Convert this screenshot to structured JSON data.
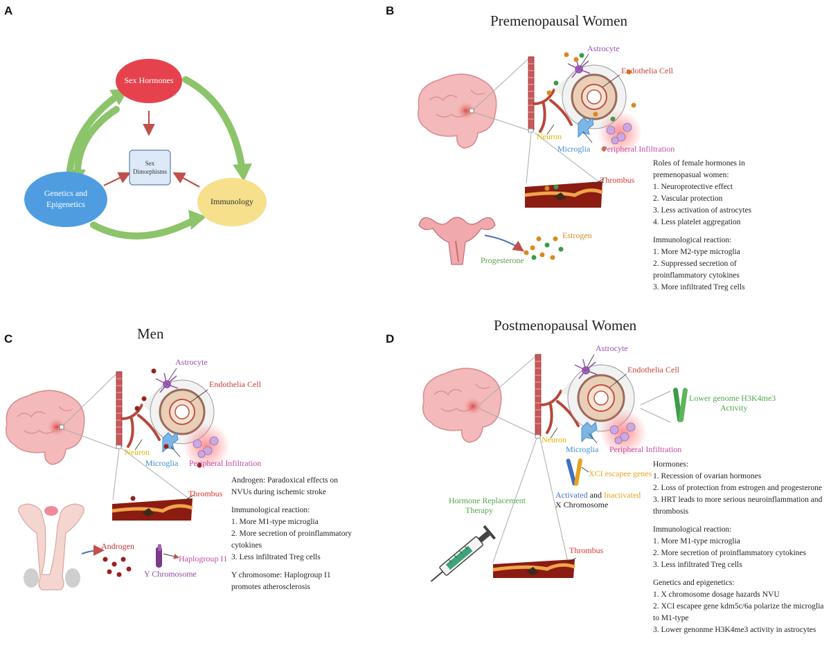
{
  "panels": {
    "a": {
      "letter": "A"
    },
    "b": {
      "letter": "B"
    },
    "c": {
      "letter": "C"
    },
    "d": {
      "letter": "D"
    }
  },
  "panel_a": {
    "sex_hormones": "Sex Hormones",
    "genetics_line1": "Genetics and",
    "genetics_line2": "Epigenetics",
    "immunology": "Immunology",
    "dimorph_line1": "Sex",
    "dimorph_line2": "Dimorphisms"
  },
  "panel_b": {
    "title": "Premenopausal Women",
    "astrocyte": "Astrocyte",
    "endothelia": "Endothelia Cell",
    "neuron": "Neuron",
    "microglia": "Microglia",
    "peripheral": "Peripheral Infiltration",
    "thrombus": "Thrombus",
    "estrogen": "Estrogen",
    "progesterone": "Progesterone",
    "text": [
      "Roles of female hormones in",
      "premenopasual women:",
      "1. Neuroprotective effect",
      "2. Vascular protection",
      "3. Less activation of astrocytes",
      "4. Less platelet aggregation",
      "",
      "Immunological reaction:",
      "1. More M2-type microglia",
      "2. Suppressed secretion of",
      "proinflammatory cytokines",
      "3. More infiltrated Treg cells"
    ]
  },
  "panel_c": {
    "title": "Men",
    "astrocyte": "Astrocyte",
    "endothelia": "Endothelia Cell",
    "neuron": "Neuron",
    "microglia": "Microglia",
    "peripheral": "Peripheral Infiltration",
    "thrombus": "Thrombus",
    "androgen": "Androgen",
    "haplogroup": "Haplogroup I1",
    "y_chromosome": "Y Chromosome",
    "text": [
      "Androgen: Paradoxical effects on",
      "NVUs during ischemic stroke",
      "",
      "Immunological reaction:",
      "1. More M1-type microglia",
      "2. More secretion of proinflammatory",
      "cytokines",
      "3.  Less infiltrated Treg cells",
      "",
      "Y chromosome: Haplogroup I1",
      "promotes atherosclerosis"
    ]
  },
  "panel_d": {
    "title": "Postmenopausal Women",
    "astrocyte": "Astrocyte",
    "endothelia": "Endothelia Cell",
    "neuron": "Neuron",
    "microglia": "Microglia",
    "peripheral": "Peripheral Infiltration",
    "thrombus": "Thrombus",
    "h3k_line1": "Lower genome H3K4me3",
    "h3k_line2": "Activity",
    "xci": "XCI escapee genes",
    "activated": "Activated",
    "and": " and ",
    "inactivated": "Inactivated",
    "x_chromosome": "X Chromosome",
    "hrt_line1": "Hormone Replacement",
    "hrt_line2": "Therapy",
    "text": [
      "Hormones:",
      "1. Recession of ovarian hormones",
      "2. Loss of protection from estrogen and progesterone",
      "3. HRT leads to more serious neuroinflammation and",
      "thrombosis",
      "",
      "Immunological reaction:",
      "1. More M1-type microglia",
      "2. More secretion of proinflammatory cytokines",
      "3. Less infiltrated Treg cells",
      "",
      "Genetics and epigenetics:",
      "1. X chromosome dosage hazards NVU",
      "2. XCI escapee gene kdm5c/6a polarize the microglia",
      "to M1-type",
      "3. Lower genonme H3K4me3 activity in astrocytes"
    ]
  },
  "colors": {
    "hormones": "#e5424d",
    "genetics": "#4f9de0",
    "immunology": "#f6e08c",
    "dimorph": "#dde9f7",
    "green_arrow": "#8cc46a",
    "red_arrow": "#c0504d",
    "astrocyte": "#9b4fb0",
    "endothelia": "#c9403a",
    "neuron": "#e0b400",
    "microglia": "#3f8fd0",
    "peripheral": "#c04aa3",
    "thrombus": "#d9352b",
    "estrogen": "#d98a1c",
    "progesterone": "#5e9b4f",
    "androgen": "#c23030",
    "ychrom": "#8a4a9c",
    "h3k": "#4fa64a",
    "xci": "#e6a41c"
  }
}
